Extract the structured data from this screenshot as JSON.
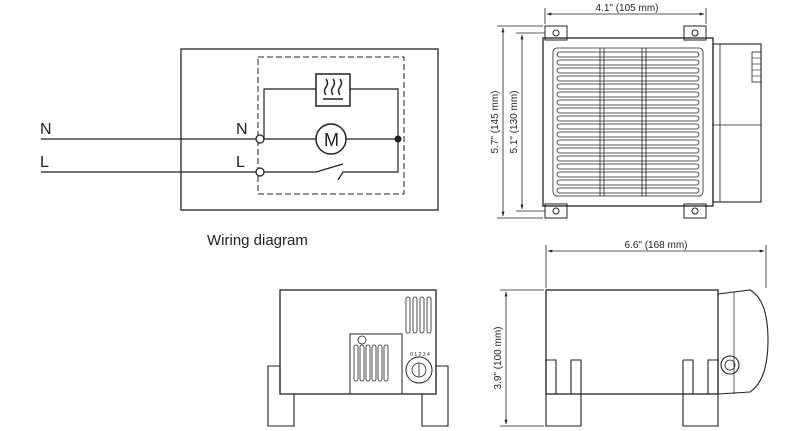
{
  "wiring": {
    "caption": "Wiring diagram",
    "terminal_left_n": "N",
    "terminal_left_l": "L",
    "terminal_right_n": "N",
    "terminal_right_l": "L",
    "motor_symbol": "M",
    "heater_icon": "heater-icon",
    "switch_icon": "thermostat-switch-icon"
  },
  "front_view": {
    "width_label": "4.1\" (105 mm)",
    "height_outer_label": "5.7\" (145 mm)",
    "height_inner_label": "5.1\" (130 mm)"
  },
  "side_view": {
    "length_label": "6.6\" (168 mm)",
    "height_label": "3.9\" (100 mm)"
  },
  "dial": {
    "scale_marks": "0 1 2 3 4"
  },
  "colors": {
    "line": "#222222",
    "body": "#ffffff"
  }
}
